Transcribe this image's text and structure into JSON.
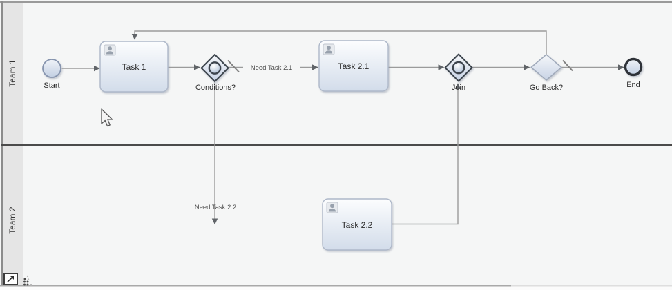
{
  "lanes": [
    {
      "label": "Team 1"
    },
    {
      "label": "Team 2"
    }
  ],
  "nodes": {
    "start": {
      "label": "Start",
      "type": "start-event"
    },
    "task1": {
      "label": "Task 1",
      "type": "user-task"
    },
    "conditions": {
      "label": "Conditions?",
      "type": "inclusive-gateway"
    },
    "task21": {
      "label": "Task 2.1",
      "type": "user-task"
    },
    "join": {
      "label": "Join",
      "type": "inclusive-gateway"
    },
    "goback": {
      "label": "Go Back?",
      "type": "exclusive-gateway"
    },
    "end": {
      "label": "End",
      "type": "end-event"
    },
    "task22": {
      "label": "Task 2.2",
      "type": "user-task"
    }
  },
  "edges": {
    "need21": {
      "label": "Need Task 2.1"
    },
    "need22": {
      "label": "Need Task 2.2"
    }
  },
  "icons": {
    "user_task": "person-silhouette",
    "expand_button": "arrow-up-right"
  },
  "colors": {
    "canvas": "#f5f6f6",
    "lane_strip": "#e5e5e5",
    "lane_divider": "#4b4b4b",
    "edge_line": "#9b9b9b",
    "task_fill_top": "#fcfdfe",
    "task_fill_bottom": "#d2dcea",
    "task_border": "#aeb8c9",
    "gateway_border_dark": "#3e454e",
    "exclusive_gateway_border": "#9fa9ba",
    "start_event_border": "#8694ae",
    "end_event_border": "#2d3238",
    "label_text": "#2b2b2b"
  }
}
